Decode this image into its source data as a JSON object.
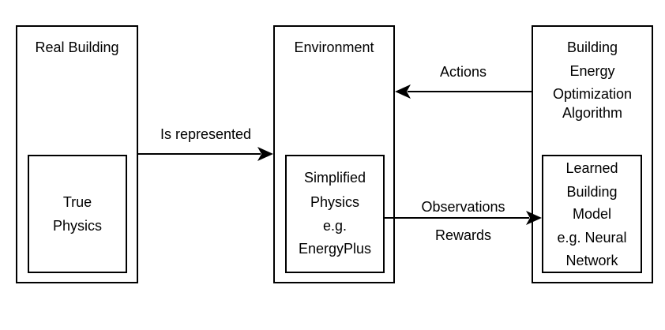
{
  "real_building": {
    "title": "Real Building",
    "inner_lines": [
      "True",
      "Physics"
    ]
  },
  "environment": {
    "title": "Environment",
    "inner_lines": [
      "Simplified",
      "Physics",
      "e.g.",
      "EnergyPlus"
    ]
  },
  "algorithm": {
    "title_lines": [
      "Building",
      "Energy",
      "Optimization",
      "Algorithm"
    ],
    "inner_lines": [
      "Learned",
      "Building",
      "Model",
      "e.g. Neural",
      "Network"
    ]
  },
  "edges": {
    "is_represented": "Is represented",
    "actions": "Actions",
    "observations": "Observations",
    "rewards": "Rewards"
  }
}
